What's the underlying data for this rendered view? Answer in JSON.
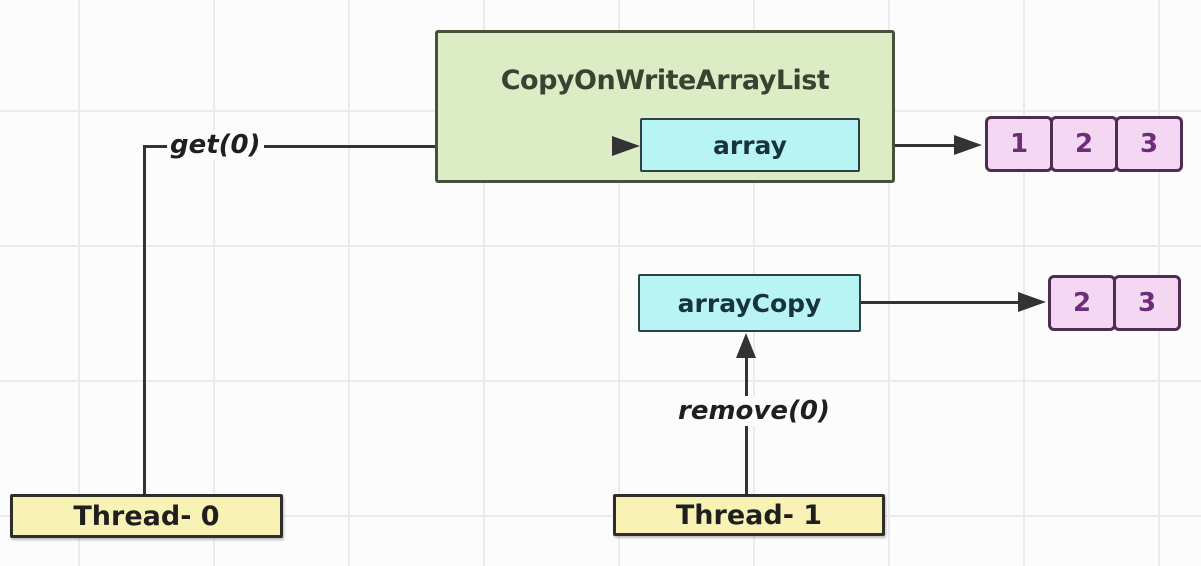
{
  "colors": {
    "bg": "#fcfcfd",
    "grid_line": "#ebebee",
    "line": "#333333",
    "green_fill": "#dcedc6",
    "green_border": "#49513d",
    "title_text": "#3a4232",
    "cyan_fill": "#b9f4f5",
    "cyan_border": "#2c4248",
    "cyan_text": "#17333f",
    "pink_fill": "#f4d8f3",
    "pink_border": "#4f2c52",
    "pink_text": "#6e2d78",
    "yellow_fill": "#f8f3b4",
    "yellow_border": "#2e2e29",
    "thread_text": "#1f1f1f"
  },
  "diagram": {
    "container": {
      "label": "CopyOnWriteArrayList"
    },
    "array": {
      "label": "array",
      "cells": [
        "1",
        "2",
        "3"
      ]
    },
    "array_copy": {
      "label": "arrayCopy",
      "cells": [
        "2",
        "3"
      ]
    },
    "threads": [
      {
        "label": "Thread- 0",
        "call": "get(0)"
      },
      {
        "label": "Thread- 1",
        "call": "remove(0)"
      }
    ]
  }
}
